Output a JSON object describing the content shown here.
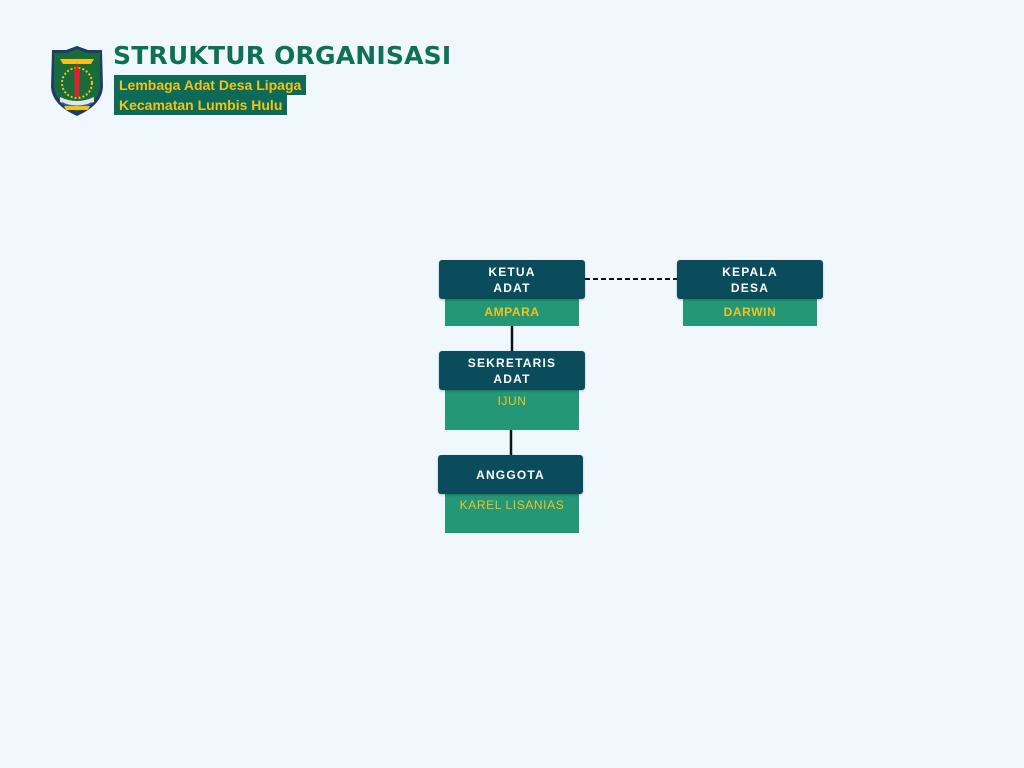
{
  "header": {
    "title": "STRUKTUR ORGANISASI",
    "subtitle_line1": "Lembaga Adat Desa Lipaga",
    "subtitle_line2": "Kecamatan Lumbis Hulu",
    "emblem_icon": "regency-emblem-icon"
  },
  "org_chart": {
    "ketua_adat": {
      "role_line1": "KETUA",
      "role_line2": "ADAT",
      "name": "AMPARA"
    },
    "kepala_desa": {
      "role_line1": "KEPALA",
      "role_line2": "DESA",
      "name": "DARWIN"
    },
    "sekretaris_adat": {
      "role_line1": "SEKRETARIS",
      "role_line2": "ADAT",
      "name": "IJUN"
    },
    "anggota": {
      "role_line1": "ANGGOTA",
      "name": "KAREL LISANIAS"
    }
  },
  "colors": {
    "background": "#f0f8fe",
    "title_green": "#0e7157",
    "role_box": "#0b4c5c",
    "name_box": "#249876",
    "name_text": "#f2c21b"
  }
}
